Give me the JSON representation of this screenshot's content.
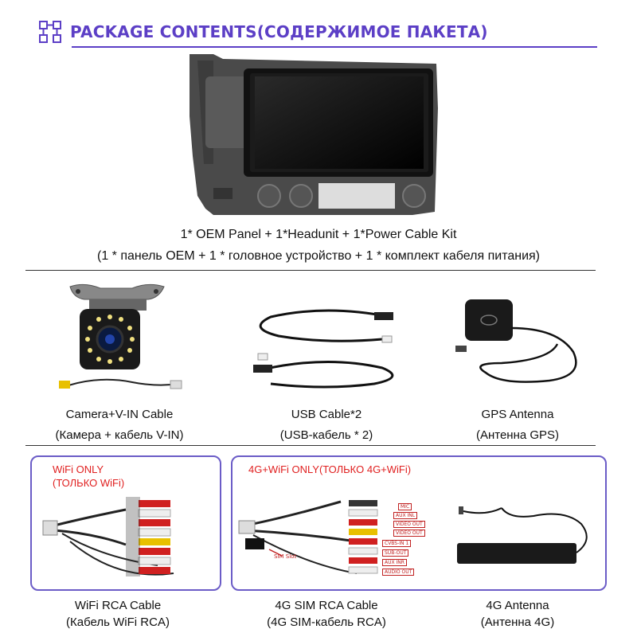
{
  "header": {
    "title": "PACKAGE CONTENTS(СОДЕРЖИМОЕ ПАКЕТА)",
    "icon": "grid-puzzle-icon",
    "accent": "#5c3fc6"
  },
  "main_item": {
    "caption_en": "1* OEM Panel + 1*Headunit + 1*Power Cable Kit",
    "caption_ru": "(1 * панель OEM + 1 * головное устройство + 1 * комплект кабеля питания)"
  },
  "items": [
    {
      "caption_en": "Camera+V-IN Cable",
      "caption_ru": "(Камера + кабель V-IN)"
    },
    {
      "caption_en": "USB Cable*2",
      "caption_ru": "(USB-кабель * 2)"
    },
    {
      "caption_en": "GPS Antenna",
      "caption_ru": "(Антенна GPS)"
    }
  ],
  "wifi_box": {
    "label_1": "WiFi ONLY",
    "label_2": "(ТОЛЬКО WiFi)",
    "caption_en": "WiFi RCA Cable",
    "caption_ru": "(Кабель WiFi RCA)"
  },
  "g4_box": {
    "label": "4G+WiFi ONLY(ТОЛЬКО 4G+WiFi)",
    "sim_label": "SIM Slot",
    "tags": [
      "MIC",
      "AUX INL",
      "VIDEO OUT",
      "VIDEO OUT",
      "CVBS-IN 1",
      "SUB-OUT",
      "AUX INR",
      "AUDIO OUT"
    ],
    "rca_caption_en": "4G SIM RCA Cable",
    "rca_caption_ru": "(4G SIM-кабель RCA)",
    "antenna_caption_en": "4G Antenna",
    "antenna_caption_ru": "(Антенна 4G)"
  },
  "colors": {
    "box_border": "#6b5cc7",
    "label_red": "#e02020"
  }
}
